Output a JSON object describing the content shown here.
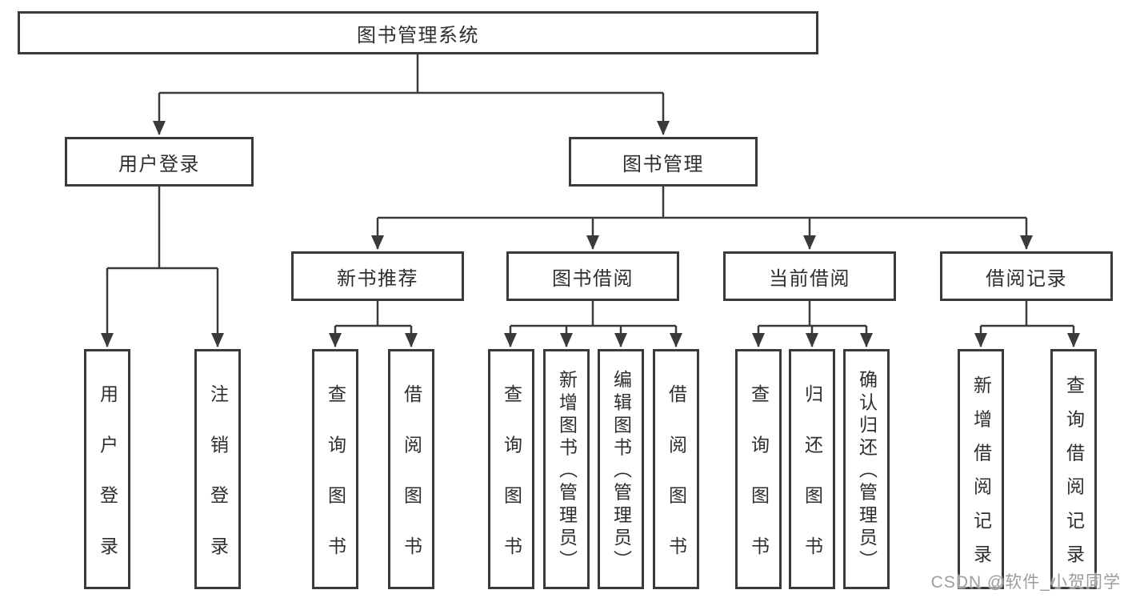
{
  "tree": {
    "root": "图书管理系统",
    "level2": [
      {
        "label": "用户登录"
      },
      {
        "label": "图书管理"
      }
    ],
    "level3": [
      {
        "label": "新书推荐"
      },
      {
        "label": "图书借阅"
      },
      {
        "label": "当前借阅"
      },
      {
        "label": "借阅记录"
      }
    ],
    "leaves": {
      "user_login": [
        "用户登录",
        "注销登录"
      ],
      "new_book": [
        "查询图书",
        "借阅图书"
      ],
      "book_borrow": [
        "查询图书",
        "新增图书（管理员）",
        "编辑图书（管理员）",
        "借阅图书"
      ],
      "current_borrow": [
        "查询图书",
        "归还图书",
        "确认归还（管理员）"
      ],
      "borrow_record": [
        "新增借阅记录",
        "查询借阅记录"
      ]
    }
  },
  "watermark": "CSDN @软件_小贺同学",
  "colors": {
    "line": "#3a3a3a",
    "text": "#2e2e2e",
    "watermark": "#9d9d9d",
    "background": "#ffffff"
  }
}
